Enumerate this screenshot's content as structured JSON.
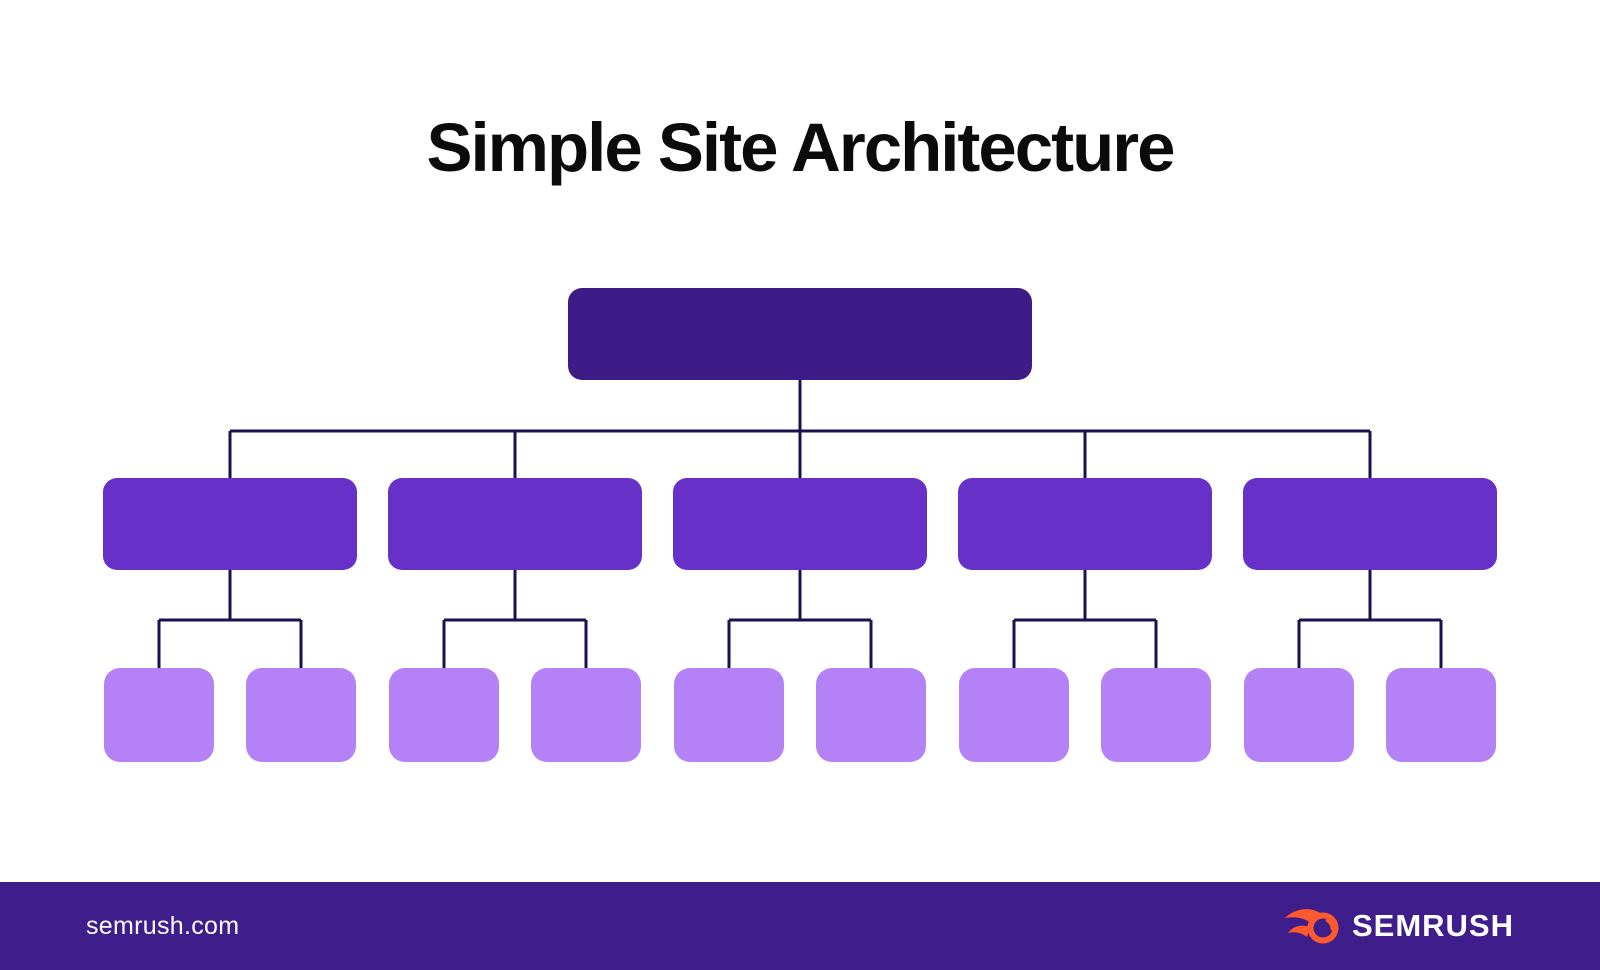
{
  "title": "Simple Site Architecture",
  "diagram": {
    "type": "tree",
    "levels": 3,
    "root_children": 5,
    "children_per_branch": 2
  },
  "footer": {
    "site_label": "semrush.com",
    "brand_name": "SEMRUSH"
  },
  "colors": {
    "background": "#ffffff",
    "title_color": "#0b0b0b",
    "root_box": "#3e1c87",
    "level2_box": "#6730c8",
    "level3_box": "#b581f6",
    "connector": "#1b1150",
    "footer_bg": "#3f1e8c",
    "brand_orange": "#ff5a2e",
    "footer_text": "#ffffff"
  }
}
